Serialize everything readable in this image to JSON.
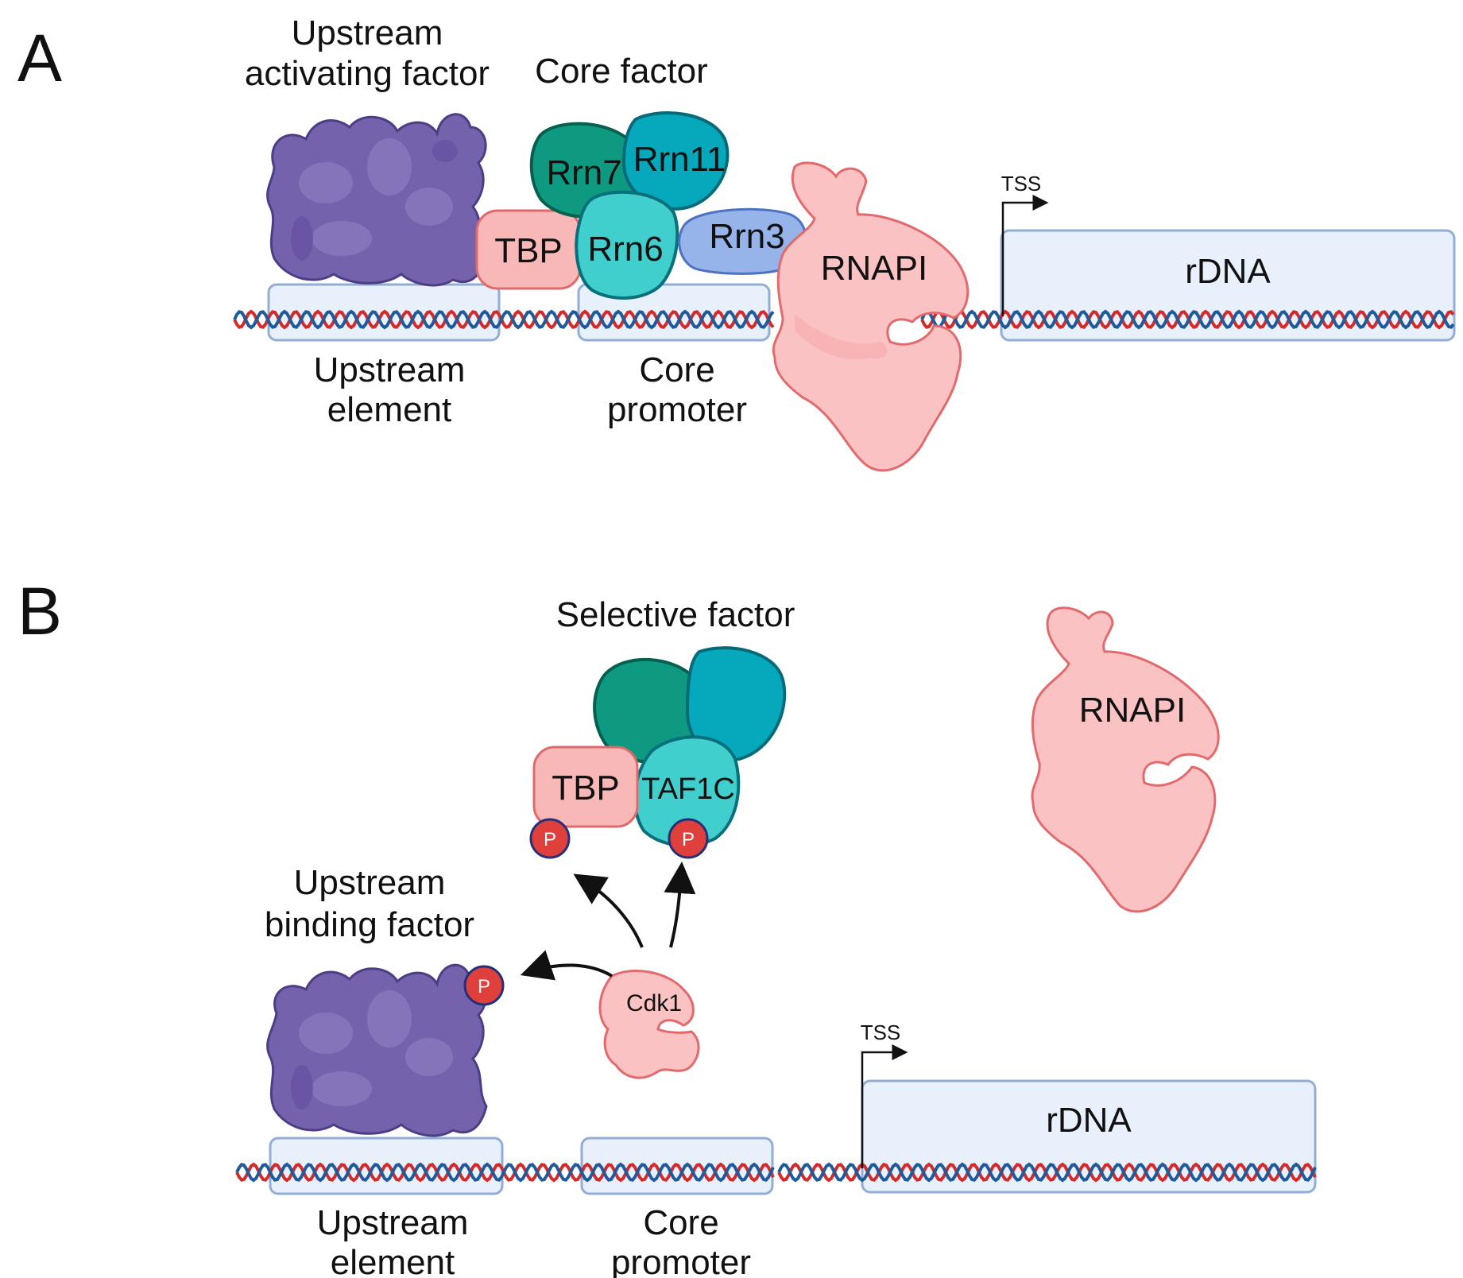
{
  "panel_a": {
    "letter": "A",
    "upstream_activating_factor": [
      "Upstream",
      "activating factor"
    ],
    "core_factor": "Core factor",
    "rrn7": "Rrn7",
    "rrn11": "Rrn11",
    "rrn6": "Rrn6",
    "rrn3": "Rrn3",
    "tbp": "TBP",
    "rnapi": "RNAPI",
    "tss": "TSS",
    "rdna": "rDNA",
    "upstream_element": [
      "Upstream",
      "element"
    ],
    "core_promoter": [
      "Core",
      "promoter"
    ]
  },
  "panel_b": {
    "letter": "B",
    "selective_factor": "Selective factor",
    "tbp": "TBP",
    "taf1c": "TAF1C",
    "phospho": "P",
    "upstream_binding_factor": [
      "Upstream",
      "binding factor"
    ],
    "cdk1": "Cdk1",
    "rnapi": "RNAPI",
    "tss": "TSS",
    "rdna": "rDNA",
    "upstream_element": [
      "Upstream",
      "element"
    ],
    "core_promoter": [
      "Core",
      "promoter"
    ]
  },
  "colors": {
    "purple_protein": "#7562ad",
    "tbp_fill": "#f9b8b8",
    "rrn7_fill": "#0e9a80",
    "rrn11_fill": "#05a9bb",
    "rrn6_fill": "#40cfcc",
    "rrn3_fill": "#96b3ea",
    "rnapi_fill": "#fbc2c3",
    "box_fill": "#e7f0fb",
    "box_stroke": "#93aed4",
    "dna_red": "#d42a2a",
    "dna_blue": "#1e5a9c",
    "phospho_fill": "#e0403b"
  },
  "icons": [
    "helix-dna",
    "protein-blob",
    "arrow-curved",
    "transcription-start-arrow"
  ]
}
